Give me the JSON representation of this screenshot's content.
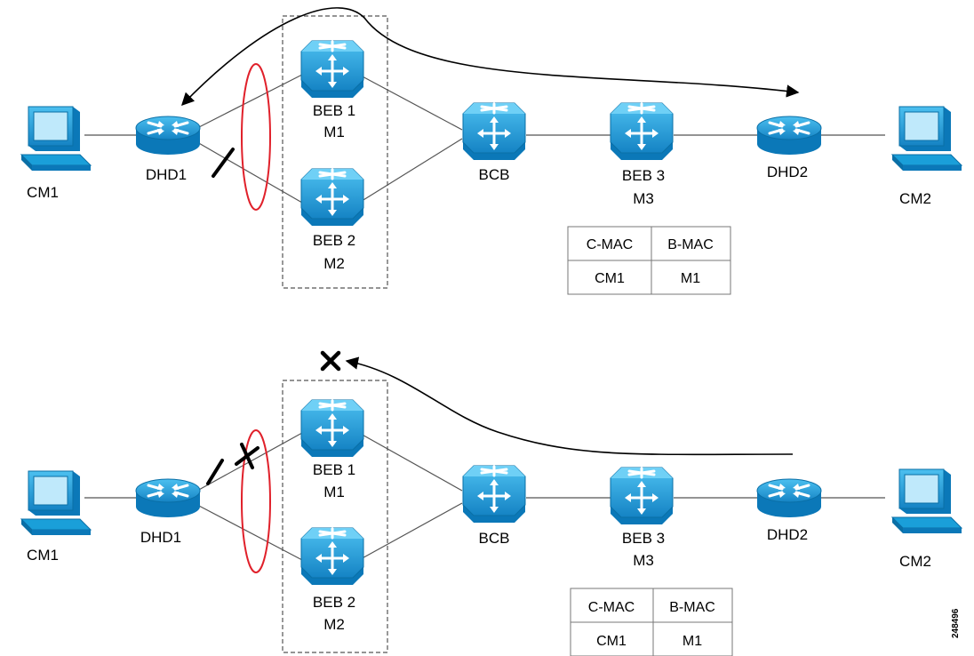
{
  "top": {
    "cm1": "CM1",
    "dhd1": "DHD1",
    "beb1": {
      "name": "BEB 1",
      "mac": "M1"
    },
    "beb2": {
      "name": "BEB 2",
      "mac": "M2"
    },
    "bcb": "BCB",
    "beb3": {
      "name": "BEB 3",
      "mac": "M3"
    },
    "dhd2": "DHD2",
    "cm2": "CM2",
    "table": {
      "headers": [
        "C-MAC",
        "B-MAC"
      ],
      "row": [
        "CM1",
        "M1"
      ]
    }
  },
  "bottom": {
    "cm1": "CM1",
    "dhd1": "DHD1",
    "beb1": {
      "name": "BEB 1",
      "mac": "M1"
    },
    "beb2": {
      "name": "BEB 2",
      "mac": "M2"
    },
    "bcb": "BCB",
    "beb3": {
      "name": "BEB 3",
      "mac": "M3"
    },
    "dhd2": "DHD2",
    "cm2": "CM2",
    "table": {
      "headers": [
        "C-MAC",
        "B-MAC"
      ],
      "row": [
        "CM1",
        "M1"
      ]
    }
  },
  "figure_id": "248496",
  "colors": {
    "device": "#1a9fd9",
    "device_dark": "#0a6fa6",
    "ring": "#e0202a",
    "line": "#555555"
  }
}
